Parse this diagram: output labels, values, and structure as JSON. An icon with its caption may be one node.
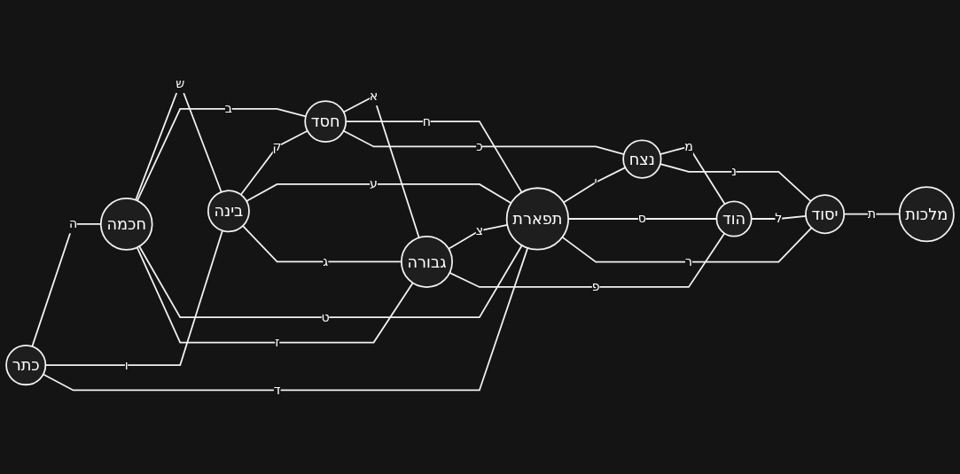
{
  "diagram": {
    "nodes": [
      {
        "text": [
          "חכמה"
        ]
      },
      {
        "text": [
          "חסד"
        ]
      },
      {
        "text": [
          "נצח"
        ]
      },
      {
        "text": [
          "כתר"
        ]
      },
      {
        "text": [
          "תפארת"
        ]
      },
      {
        "text": [
          "יסוד"
        ]
      },
      {
        "text": [
          "מלכות"
        ]
      },
      {
        "text": [
          "בינה"
        ]
      },
      {
        "text": [
          "גבורה"
        ]
      },
      {
        "text": [
          "הוד"
        ]
      }
    ],
    "edges": [
      {
        "from": 3,
        "to": 0,
        "arrow": "none",
        "label": "ה"
      },
      {
        "from": 3,
        "to": 7,
        "arrow": "none",
        "label": "ו"
      },
      {
        "from": 3,
        "to": 4,
        "arrow": "none",
        "label": "ד"
      },
      {
        "from": 0,
        "to": 7,
        "arrow": "none",
        "label": "ש"
      },
      {
        "from": 0,
        "to": 1,
        "arrow": "none",
        "label": "ב"
      },
      {
        "from": 0,
        "to": 4,
        "arrow": "none",
        "label": "ט"
      },
      {
        "from": 0,
        "to": 8,
        "arrow": "none",
        "label": "ז"
      },
      {
        "from": 7,
        "to": 1,
        "arrow": "none",
        "label": "ק"
      },
      {
        "from": 7,
        "to": 4,
        "arrow": "none",
        "label": "ע"
      },
      {
        "from": 7,
        "to": 8,
        "arrow": "none",
        "label": "ג"
      },
      {
        "from": 1,
        "to": 8,
        "arrow": "none",
        "label": "א"
      },
      {
        "from": 1,
        "to": 4,
        "arrow": "none",
        "label": "ח"
      },
      {
        "from": 1,
        "to": 2,
        "arrow": "none",
        "label": "כ"
      },
      {
        "from": 8,
        "to": 4,
        "arrow": "none",
        "label": "צ"
      },
      {
        "from": 8,
        "to": 9,
        "arrow": "none",
        "label": "פ"
      },
      {
        "from": 4,
        "to": 2,
        "arrow": "none",
        "label": "י"
      },
      {
        "from": 4,
        "to": 9,
        "arrow": "none",
        "label": "ס"
      },
      {
        "from": 4,
        "to": 5,
        "arrow": "none",
        "label": "ר"
      },
      {
        "from": 2,
        "to": 9,
        "arrow": "none",
        "label": "מ"
      },
      {
        "from": 2,
        "to": 5,
        "arrow": "none",
        "label": "נ"
      },
      {
        "from": 9,
        "to": 5,
        "arrow": "none",
        "label": "ל"
      },
      {
        "from": 5,
        "to": 6,
        "arrow": "none",
        "label": "ת"
      }
    ]
  }
}
